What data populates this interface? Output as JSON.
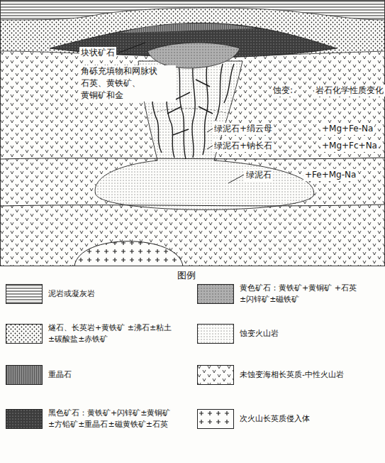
{
  "diagram": {
    "labels": [
      "块状矿石",
      "角砾充填物和网脉状 石英、黄铁矿、 黄铜矿和金",
      "蚀变:",
      "岩石化学性质变化",
      "绿泥石+绢云母",
      "+Mg+Fe-Na",
      "绿泥石+钠长石",
      "+Mg+Fc+Na",
      "绿泥石",
      "+Fe+Mg-Na",
      "图例"
    ],
    "legend": [
      {
        "text": "泥岩或凝灰岩"
      },
      {
        "text": "黄色矿石：黄铁矿+黄铜矿 +石英±闪锌矿±磁铁矿",
        "color": "#b0b0b0"
      },
      {
        "text": "燧石、长英岩+黄铁矿 ±沸石±粘土±碳酸盐±赤铁矿"
      },
      {
        "text": "蚀变火山岩"
      },
      {
        "text": "重晶石",
        "color": "#8a8a8a"
      },
      {
        "text": "未蚀变海相长英质-中性火山岩"
      },
      {
        "text": "黑色矿石：黄铁矿+闪锌矿±黄铜矿 ±方铅矿±重晶石±磁黄铁矿±石英",
        "color": "#3c3c3c"
      },
      {
        "text": "次火山长英质侵入体"
      }
    ]
  }
}
